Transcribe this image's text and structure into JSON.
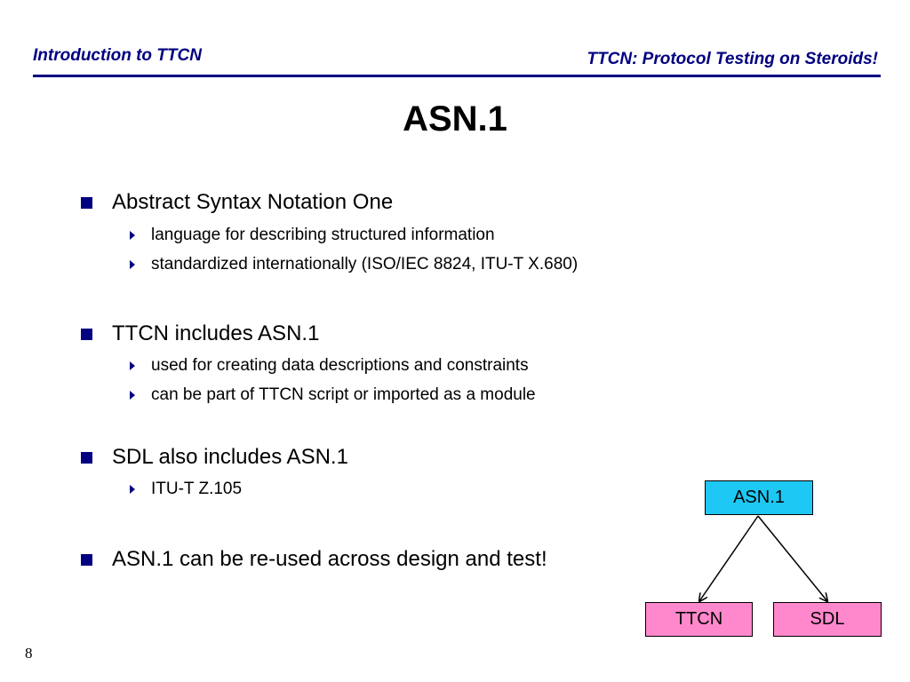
{
  "header": {
    "left": "Introduction to TTCN",
    "right": "TTCN: Protocol Testing on Steroids!"
  },
  "title": "ASN.1",
  "bullets": [
    {
      "text": "Abstract Syntax Notation One",
      "subs": [
        "language for describing structured information",
        "standardized internationally (ISO/IEC 8824, ITU-T X.680)"
      ]
    },
    {
      "text": "TTCN includes ASN.1",
      "subs": [
        "used for creating data descriptions and constraints",
        "can be part of TTCN script or imported as a module"
      ]
    },
    {
      "text": "SDL also includes ASN.1",
      "subs": [
        "ITU-T Z.105"
      ]
    },
    {
      "text": "ASN.1 can be re-used across design and test!",
      "subs": []
    }
  ],
  "diagram": {
    "root": "ASN.1",
    "left_child": "TTCN",
    "right_child": "SDL"
  },
  "page_number": "8",
  "colors": {
    "accent": "#000080",
    "root_box": "#1ec8f5",
    "child_box": "#ff88cc"
  }
}
